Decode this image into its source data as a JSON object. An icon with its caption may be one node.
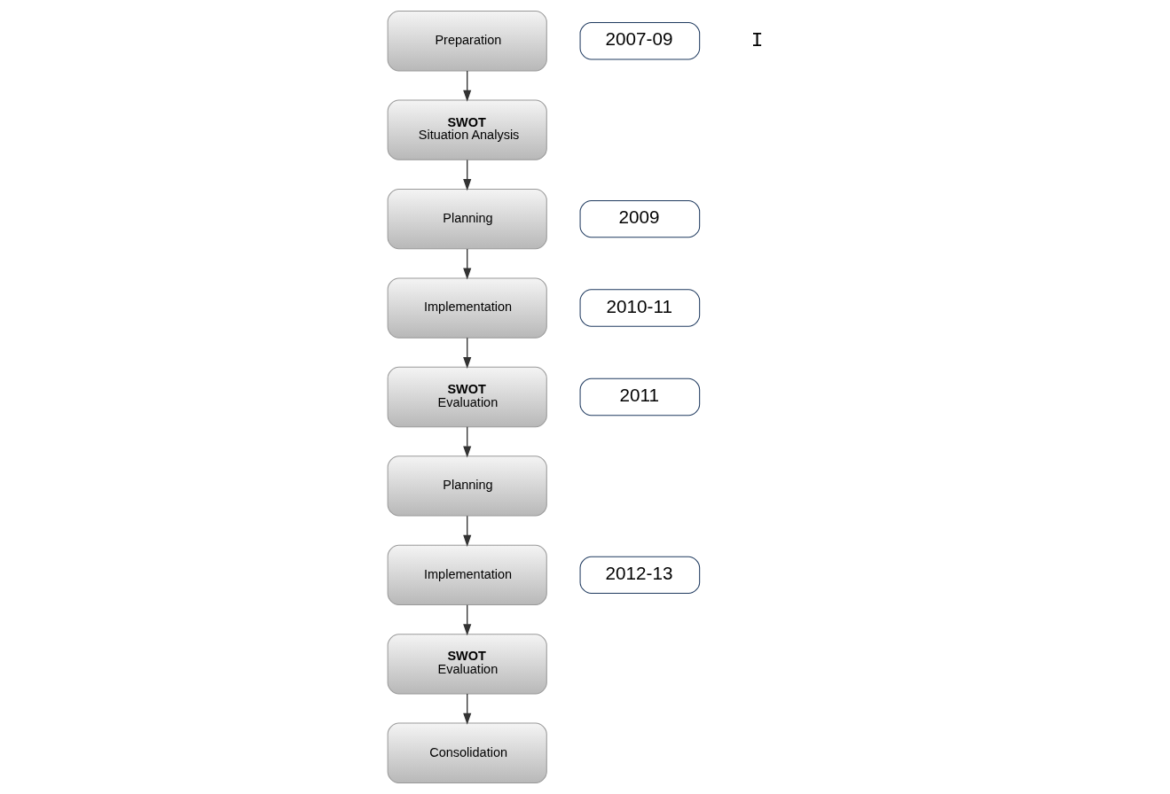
{
  "diagram": {
    "nodes": [
      {
        "text": [
          "Consolidation"
        ]
      },
      {
        "text": [
          "Planning"
        ]
      },
      {
        "text": [
          "SWOT",
          "Evaluation"
        ]
      },
      {
        "text": [
          "SWOT",
          "Situation Analysis"
        ]
      },
      {
        "text": [
          "2009"
        ]
      },
      {
        "text": [
          "Implementation"
        ]
      },
      {
        "text": [
          "2010-11"
        ]
      },
      {
        "text": [
          "2007-09"
        ]
      },
      {
        "text": [
          "Preparation"
        ]
      },
      {
        "text": [
          "Implementation"
        ]
      },
      {
        "text": [
          "SWOT",
          "Evaluation"
        ]
      },
      {
        "text": [
          "2012-13"
        ]
      },
      {
        "text": [
          "2011"
        ]
      },
      {
        "text": [
          "Planning"
        ]
      }
    ],
    "edges": [
      {
        "from": 8,
        "to": 3,
        "arrow": "to"
      },
      {
        "from": 3,
        "to": 1,
        "arrow": "to"
      },
      {
        "from": 1,
        "to": 5,
        "arrow": "to"
      },
      {
        "from": 5,
        "to": 10,
        "arrow": "to"
      },
      {
        "from": 10,
        "to": 13,
        "arrow": "to"
      },
      {
        "from": 13,
        "to": 9,
        "arrow": "to"
      },
      {
        "from": 9,
        "to": 2,
        "arrow": "to"
      },
      {
        "from": 2,
        "to": 0,
        "arrow": "to"
      }
    ],
    "labels": [
      "I"
    ]
  }
}
